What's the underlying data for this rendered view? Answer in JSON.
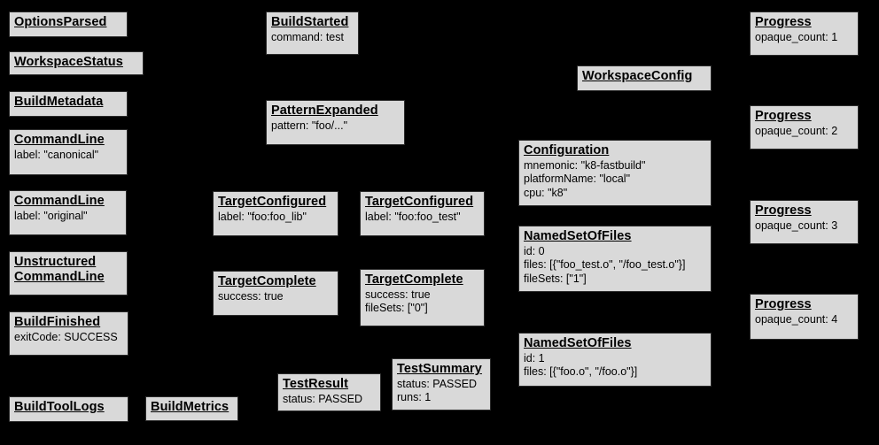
{
  "diagram": {
    "description": "Bazel Build Event Protocol event graph",
    "background_color": "#000000",
    "node_fill_color": "#d9d9d9",
    "node_border_color": "#2b2b2b",
    "node_text_color": "#000000",
    "nodes": [
      {
        "title": "OptionsParsed",
        "lines": []
      },
      {
        "title": "WorkspaceStatus",
        "lines": []
      },
      {
        "title": "BuildMetadata",
        "lines": []
      },
      {
        "title": "CommandLine",
        "lines": [
          "label: \"canonical\""
        ]
      },
      {
        "title": "CommandLine",
        "lines": [
          "label: \"original\""
        ]
      },
      {
        "title": "Unstructured\nCommandLine",
        "lines": []
      },
      {
        "title": "BuildFinished",
        "lines": [
          "exitCode: SUCCESS"
        ]
      },
      {
        "title": "BuildToolLogs",
        "lines": []
      },
      {
        "title": "BuildMetrics",
        "lines": []
      },
      {
        "title": "BuildStarted",
        "lines": [
          "command: test"
        ]
      },
      {
        "title": "PatternExpanded",
        "lines": [
          "pattern: \"foo/...\""
        ]
      },
      {
        "title": "TargetConfigured",
        "lines": [
          "label: \"foo:foo_lib\""
        ]
      },
      {
        "title": "TargetConfigured",
        "lines": [
          "label: \"foo:foo_test\""
        ]
      },
      {
        "title": "TargetComplete",
        "lines": [
          "success: true"
        ]
      },
      {
        "title": "TargetComplete",
        "lines": [
          "success: true",
          "fileSets: [\"0\"]"
        ]
      },
      {
        "title": "TestResult",
        "lines": [
          "status: PASSED"
        ]
      },
      {
        "title": "TestSummary",
        "lines": [
          "status: PASSED",
          "runs: 1"
        ]
      },
      {
        "title": "WorkspaceConfig",
        "lines": []
      },
      {
        "title": "Configuration",
        "lines": [
          "mnemonic: \"k8-fastbuild\"",
          "platformName: \"local\"",
          "cpu: \"k8\""
        ]
      },
      {
        "title": "NamedSetOfFiles",
        "lines": [
          "id: 0",
          "files: [{\"foo_test.o\", \"/foo_test.o\"}]",
          "fileSets: [\"1\"]"
        ]
      },
      {
        "title": "NamedSetOfFiles",
        "lines": [
          "id: 1",
          "files: [{\"foo.o\", \"/foo.o\"}]"
        ]
      },
      {
        "title": "Progress",
        "lines": [
          "opaque_count: 1"
        ]
      },
      {
        "title": "Progress",
        "lines": [
          "opaque_count: 2"
        ]
      },
      {
        "title": "Progress",
        "lines": [
          "opaque_count: 3"
        ]
      },
      {
        "title": "Progress",
        "lines": [
          "opaque_count: 4"
        ]
      }
    ]
  }
}
